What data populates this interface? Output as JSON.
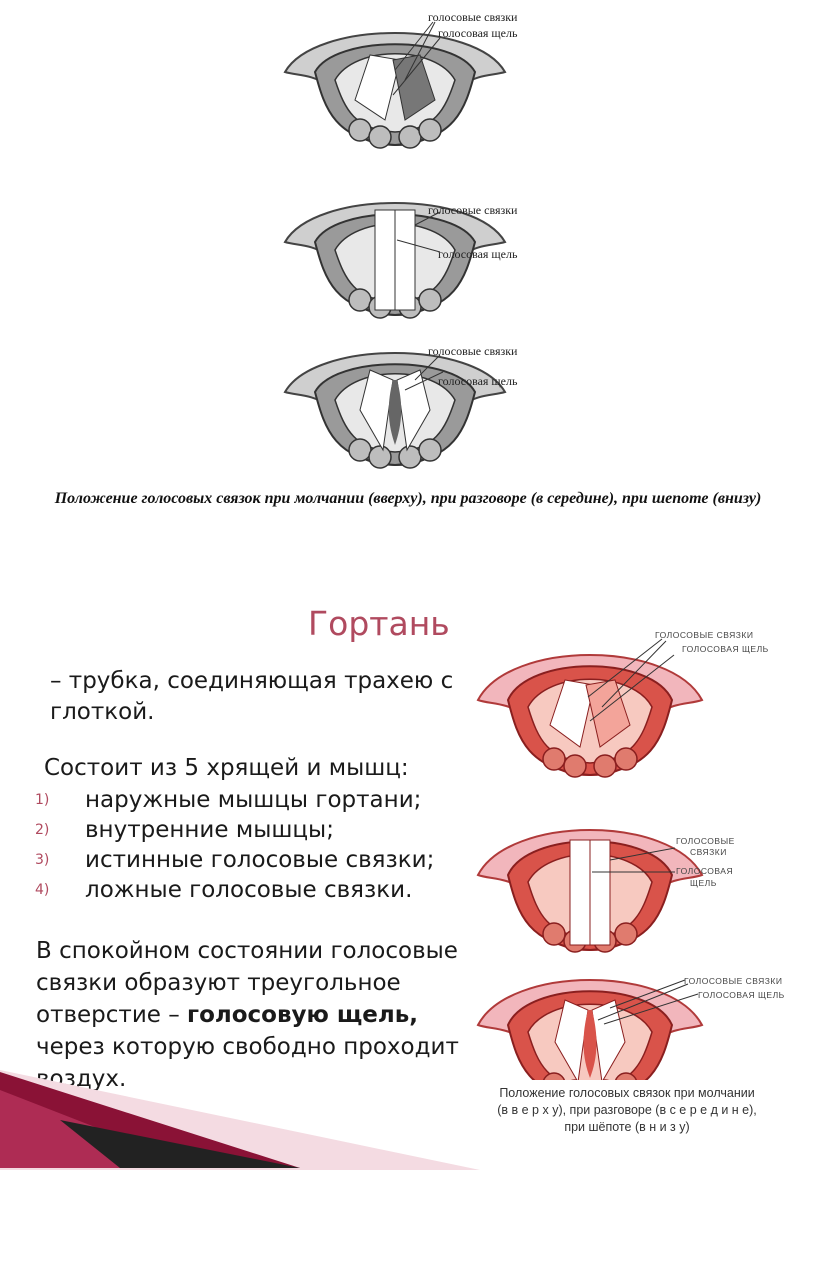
{
  "top_figure": {
    "labels": {
      "cords": "голосовые связки",
      "glottis": "голосовая щель"
    },
    "caption": "Положение голосовых связок при молчании (вверху), при разговоре (в середине), при шепоте (внизу)"
  },
  "slide": {
    "title": "Гортань",
    "definition": "– трубка, соединяющая трахею с глоткой.",
    "consists_intro": "Состоит из 5 хрящей и мышц:",
    "list": [
      {
        "num": "1)",
        "text": "наружные мышцы гортани;"
      },
      {
        "num": "2)",
        "text": "внутренние мышцы;"
      },
      {
        "num": "3)",
        "text": "истинные голосовые связки;"
      },
      {
        "num": "4)",
        "text": "ложные голосовые связки."
      }
    ],
    "calm_text_1": "В спокойном состоянии голосовые связки образуют треугольное отверстие –",
    "calm_bold": "голосовую щель,",
    "calm_text_2": "через которую свободно проходит воздух.",
    "figure_labels": {
      "cords_upper": "ГОЛОСОВЫЕ СВЯЗКИ",
      "glottis_upper": "ГОЛОСОВАЯ ЩЕЛЬ",
      "cords_mid_1": "ГОЛОСОВЫЕ",
      "cords_mid_2": "СВЯЗКИ",
      "glottis_mid_1": "ГОЛОСОВАЯ",
      "glottis_mid_2": "ЩЕЛЬ"
    },
    "figure_caption_1": "Положение голосовых связок при молчании",
    "figure_caption_2": "(в в е р х у), при разговоре (в  с е р е д и н е),",
    "figure_caption_3": "при шёпоте  (в н и з у)",
    "colors": {
      "title": "#b04a5f",
      "accent_band": "#8a1236"
    }
  }
}
